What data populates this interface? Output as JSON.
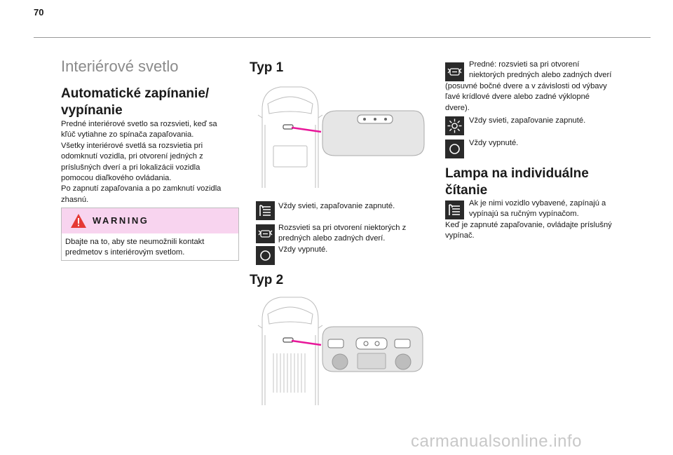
{
  "page": {
    "number": "70"
  },
  "section": {
    "title": "Interiérové svetlo"
  },
  "auto": {
    "heading_line1": "Automatické zapínanie/",
    "heading_line2": "vypínanie",
    "lines": [
      "Predné interiérové svetlo sa rozsvieti, keď sa",
      "kľúč vytiahne zo spínača zapaľovania.",
      "Všetky interiérové svetlá sa rozsvietia pri",
      "odomknutí vozidla, pri otvorení jedných z",
      "príslušných dverí a pri lokalizácii vozidla",
      "pomocou diaľkového ovládania.",
      "Po zapnutí zapaľovania a po zamknutí vozidla",
      "zhasnú."
    ]
  },
  "warning": {
    "label": "WARNING",
    "lines": [
      "Dbajte na to, aby ste neumožnili kontakt",
      "predmetov s interiérovým svetlom."
    ]
  },
  "type1": {
    "heading": "Typ 1",
    "items": [
      {
        "icon": "light-on-icon",
        "lines": [
          "Vždy svieti, zapaľovanie zapnuté."
        ]
      },
      {
        "icon": "door-light-icon",
        "lines": [
          "Rozsvieti sa pri otvorení niektorých z",
          "predných alebo zadných dverí."
        ]
      },
      {
        "icon": "light-off-icon",
        "lines": [
          "Vždy vypnuté."
        ]
      }
    ]
  },
  "type2": {
    "heading": "Typ 2"
  },
  "col3": {
    "front": {
      "icon": "door-light-icon",
      "lines": [
        "Predné: rozsvieti sa pri otvorení",
        "niektorých predných alebo zadných dverí",
        "(posuvné bočné dvere a v závislosti od výbavy",
        "ľavé krídlové dvere alebo zadné výklopné",
        "dvere)."
      ]
    },
    "always_on": {
      "icon": "sun-icon",
      "lines": [
        "Vždy svieti, zapaľovanie zapnuté."
      ]
    },
    "always_off": {
      "icon": "light-off-icon",
      "lines": [
        "Vždy vypnuté."
      ]
    },
    "reading": {
      "heading_line1": "Lampa na individuálne",
      "heading_line2": "čítanie",
      "icon": "light-on-icon",
      "lines": [
        "Ak je nimi vozidlo vybavené, zapínajú a",
        "vypínajú sa ručným vypínačom.",
        "Keď je zapnuté zapaľovanie, ovládajte príslušný",
        "vypínač."
      ]
    }
  },
  "watermark": {
    "text": "carmanualsonline.info"
  },
  "colors": {
    "accent_pink": "#e8179a",
    "warning_bg": "#f8d4ef",
    "icon_bg": "#2a2a2a"
  }
}
